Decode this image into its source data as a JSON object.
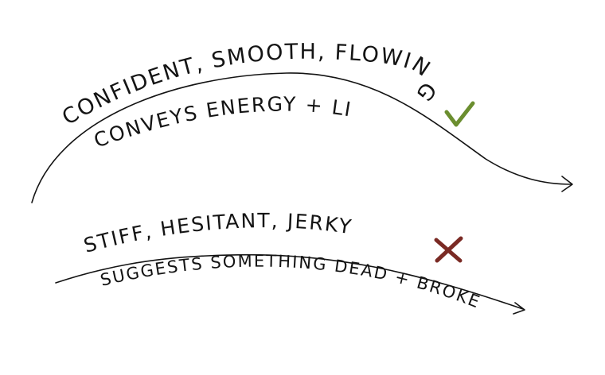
{
  "good": {
    "label_line1": "CONFIDENT, SMOOTH, FLOWING",
    "label_line2": "CONVEYS ENERGY + LIFE",
    "mark_color": "#6b8e2f",
    "mark_icon": "checkmark-icon"
  },
  "bad": {
    "label_line1": "STIFF, HESITANT, JERKY",
    "label_line2": "SUGGESTS SOMETHING DEAD + BROKEN",
    "mark_color": "#7a2a24",
    "mark_icon": "cross-icon"
  }
}
